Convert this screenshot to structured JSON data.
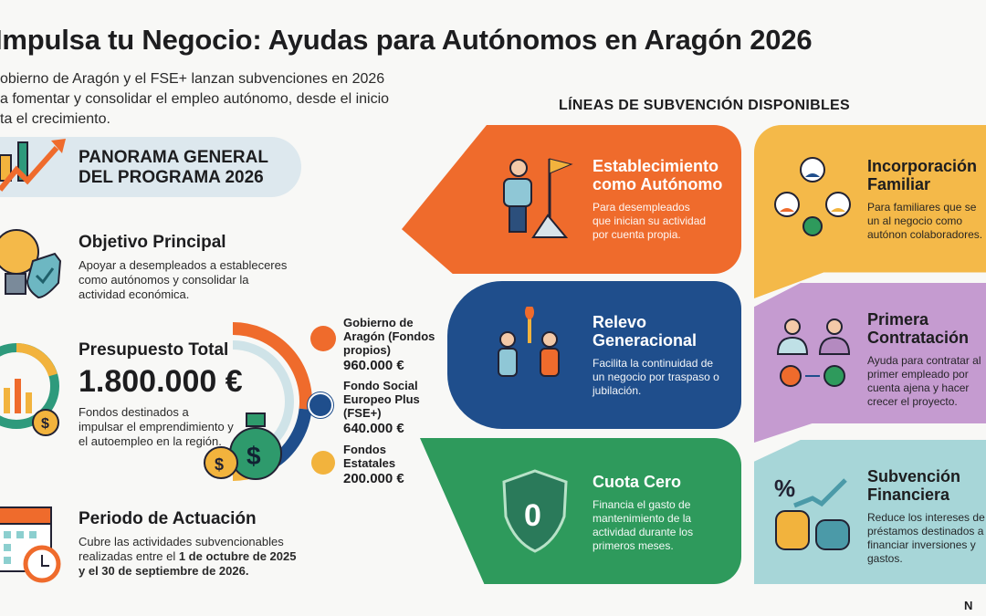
{
  "title": "Impulsa tu Negocio: Ayudas para Autónomos en Aragón 2026",
  "subtitle": [
    "obierno de Aragón y el FSE+ lanzan subvenciones en 2026",
    "a fomentar y consolidar el empleo autónomo, desde el inicio",
    "ta el crecimiento."
  ],
  "overview": {
    "line1": "PANORAMA GENERAL",
    "line2": "DEL PROGRAMA 2026"
  },
  "objective": {
    "title": "Objetivo Principal",
    "text": "Apoyar a desempleados a estableceres como autónomos y consolidar la actividad económica."
  },
  "budget": {
    "title": "Presupuesto Total",
    "amount": "1.800.000 €",
    "text": "Fondos destinados a impulsar el emprendimiento y el autoempleo en la región.",
    "sources": [
      {
        "name": "Gobierno de Aragón (Fondos propios)",
        "amount": "960.000 €",
        "value": 960000,
        "color": "#ef6b2c"
      },
      {
        "name": "Fondo Social Europeo Plus (FSE+)",
        "amount": "640.000 €",
        "value": 640000,
        "color": "#1f4e8c"
      },
      {
        "name": "Fondos Estatales",
        "amount": "200.000 €",
        "value": 200000,
        "color": "#f2b33d"
      }
    ]
  },
  "period": {
    "title": "Periodo de Actuación",
    "text1": "Cubre las actividades subvencionables realizadas entre el ",
    "bold1": "1 de octubre de 2025 y el 30 de septiembre de 2026."
  },
  "lines_header": "LÍNEAS DE SUBVENCIÓN DISPONIBLES",
  "lines": [
    {
      "title": "Establecimiento como Autónomo",
      "text": "Para desempleados que inician su actividad por cuenta propia.",
      "color": "#ef6b2c",
      "icon": "person-flag-icon"
    },
    {
      "title": "Relevo Generacional",
      "text": "Facilita la continuidad de un negocio por traspaso o jubilación.",
      "color": "#1f4e8c",
      "icon": "torch-handover-icon"
    },
    {
      "title": "Cuota Cero",
      "text": "Financia el gasto de mantenimiento de la actividad durante los primeros meses.",
      "color": "#2e9a5c",
      "icon": "shield-zero-icon"
    },
    {
      "title": "Incorporación Familiar",
      "text": "Para familiares que se un al negocio como autónon colaboradores.",
      "color": "#f4b949",
      "icon": "family-network-icon"
    },
    {
      "title": "Primera Contratación",
      "text": "Ayuda para contratar al primer empleado por cuenta ajena y hacer crecer el proyecto.",
      "color": "#c59bd0",
      "icon": "hire-icon"
    },
    {
      "title": "Subvención Financiera",
      "text": "Reduce los intereses de préstamos destinados a financiar inversiones y gastos.",
      "color": "#a7d6d8",
      "icon": "coins-growth-icon"
    }
  ],
  "footer": "N"
}
